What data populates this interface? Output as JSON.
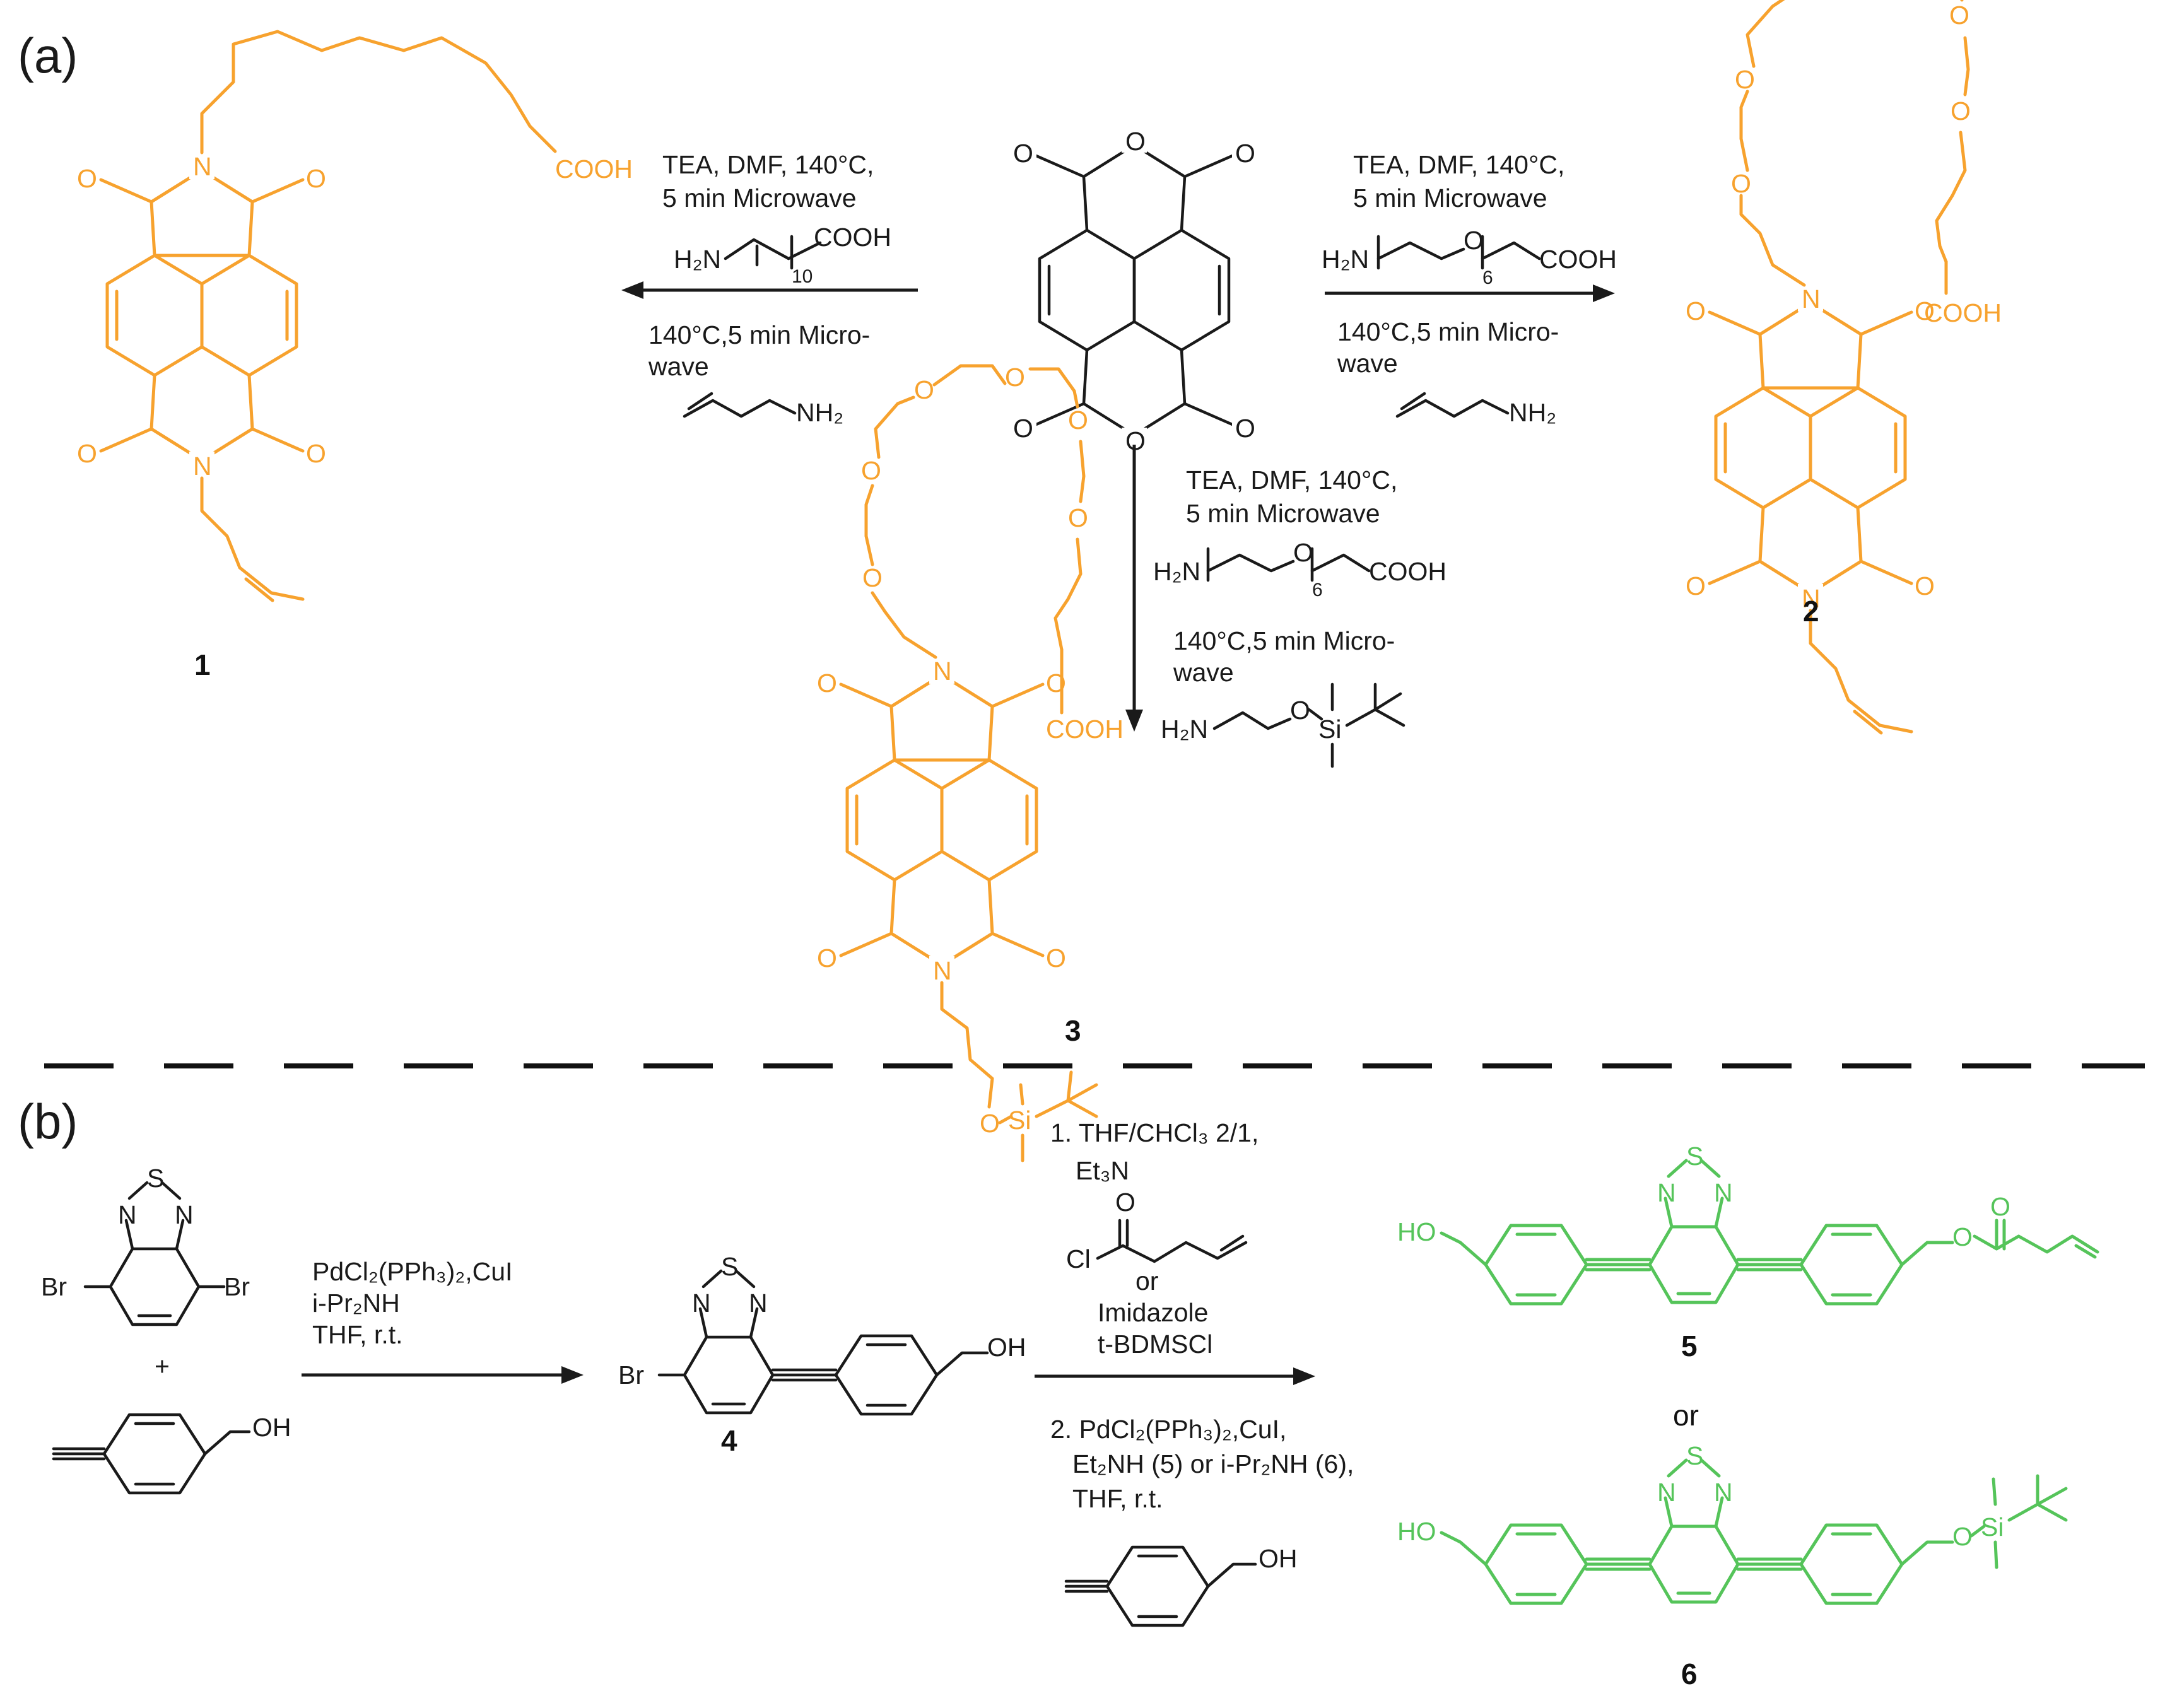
{
  "panels": {
    "a": "(a)",
    "b": "(b)"
  },
  "colors": {
    "accent_orange": "#F7A22E",
    "accent_green": "#55C45A",
    "ink": "#1a1a1a"
  },
  "compounds": {
    "c1": "1",
    "c2": "2",
    "c3": "3",
    "c4": "4",
    "c5": "5",
    "c6": "6",
    "or_label": "or"
  },
  "atoms": {
    "N": "N",
    "O": "O",
    "S": "S",
    "Si": "Si",
    "Br": "Br",
    "Cl": "Cl",
    "COOH": "COOH",
    "OH": "OH",
    "HO": "HO",
    "H2N": "H₂N",
    "NH2": "NH₂",
    "sub10": "10",
    "sub6": "6"
  },
  "reaction_a_left": {
    "line1": "TEA, DMF, 140°C,",
    "line2": "5 min Microwave",
    "line3": "140°C,5 min Micro-",
    "line4": "wave"
  },
  "reaction_a_right": {
    "line1": "TEA, DMF, 140°C,",
    "line2": "5 min Microwave",
    "line3": "140°C,5 min Micro-",
    "line4": "wave"
  },
  "reaction_a_down": {
    "line1": "TEA, DMF, 140°C,",
    "line2": "5 min Microwave",
    "line3": "140°C,5 min Micro-",
    "line4": "wave"
  },
  "reaction_b1": {
    "line1": "PdCl₂(PPh₃)₂,CuI",
    "line2": "i-Pr₂NH",
    "line3": "THF, r.t."
  },
  "reaction_b2": {
    "line1": "1. THF/CHCl₃ 2/1,",
    "line2": "Et₃N",
    "line3": "or",
    "line4": "Imidazole",
    "line5": "t-BDMSCl",
    "line6": "2. PdCl₂(PPh₃)₂,CuI,",
    "line7": "Et₂NH (5) or i-Pr₂NH (6),",
    "line8": "THF, r.t."
  },
  "plus": "+"
}
